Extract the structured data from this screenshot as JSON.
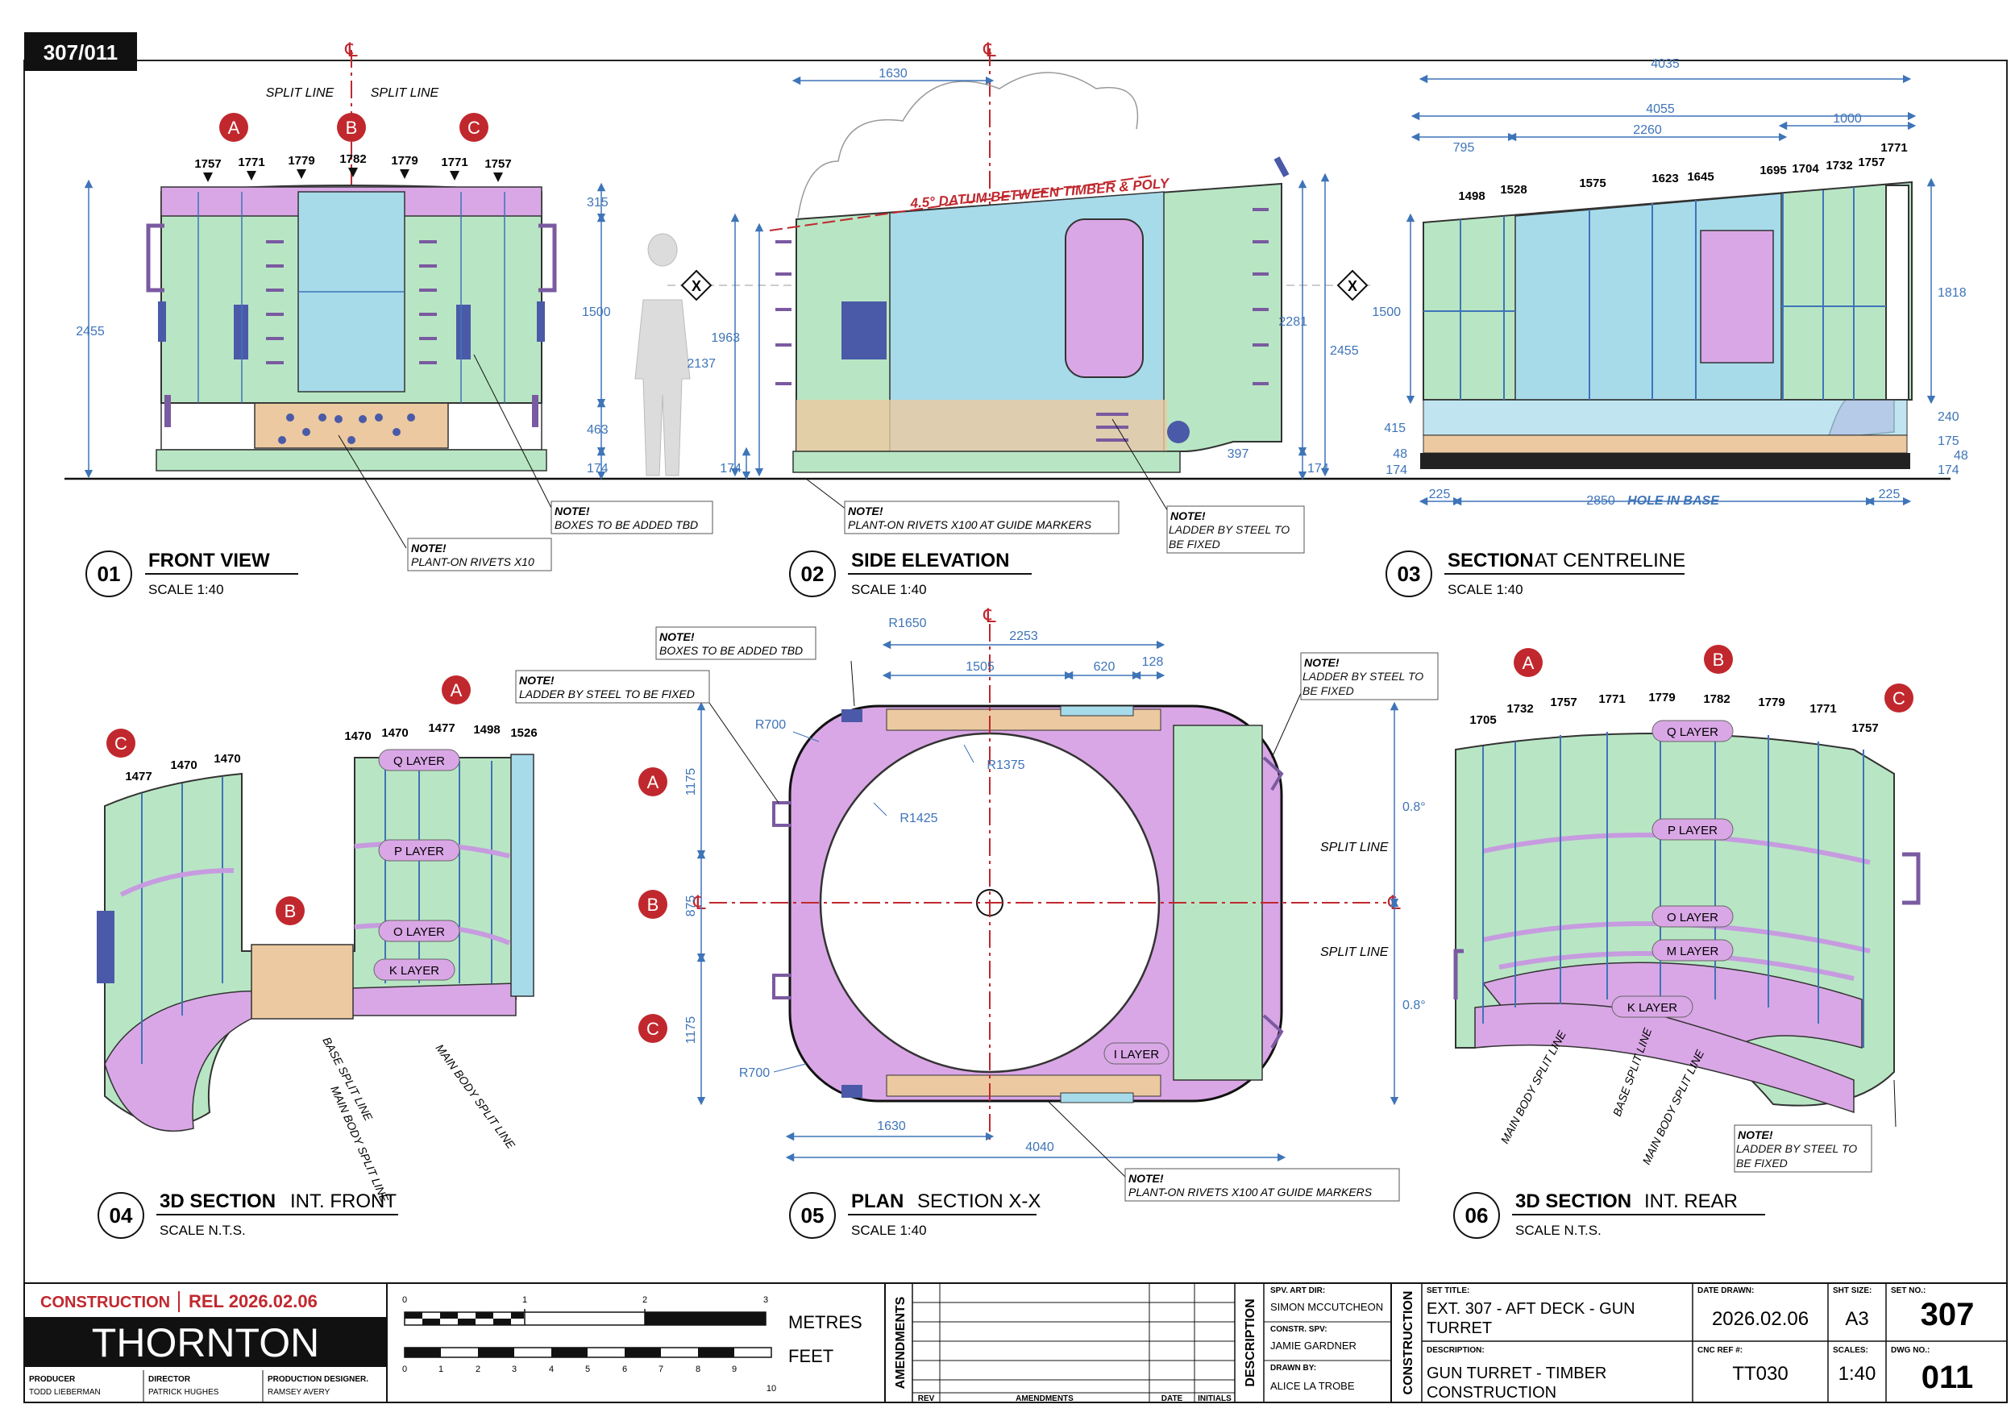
{
  "sheet": {
    "badge": "307/011",
    "centerline_symbol": "℄"
  },
  "colors": {
    "green": "#b8e6c4",
    "blue": "#a7dbea",
    "purple": "#d9a7e6",
    "tan": "#ecc9a0",
    "stud": "#6f8fc6",
    "navy": "#4a5aa8",
    "red": "#c0282e",
    "dim": "#3e74b8",
    "rail": "#7a5aa0"
  },
  "view01": {
    "num": "01",
    "title": "FRONT VIEW",
    "scale": "SCALE 1:40",
    "split_line_label": "SPLIT LINE",
    "markers": [
      "A",
      "B",
      "C"
    ],
    "top_dims": [
      "1757",
      "1771",
      "1779",
      "1782",
      "1779",
      "1771",
      "1757"
    ],
    "dim_total": "2455",
    "dims_right": [
      "315",
      "1500",
      "463",
      "174"
    ],
    "notes": [
      {
        "title": "NOTE!",
        "text": "BOXES TO BE ADDED TBD"
      },
      {
        "title": "NOTE!",
        "text": "PLANT-ON RIVETS X10"
      }
    ]
  },
  "view02": {
    "num": "02",
    "title": "SIDE ELEVATION",
    "scale": "SCALE 1:40",
    "datum_text": "4.5° DATUM BETWEEN TIMBER & POLY",
    "section_marker": "X",
    "dim_top": "1630",
    "dims_left": [
      "1963",
      "2137",
      "174"
    ],
    "dims_right": [
      "2281",
      "2455",
      "397",
      "174"
    ],
    "notes": [
      {
        "title": "NOTE!",
        "text": "PLANT-ON RIVETS X100 AT GUIDE MARKERS"
      },
      {
        "title": "NOTE!",
        "text": "LADDER BY STEEL TO BE FIXED"
      }
    ]
  },
  "view03": {
    "num": "03",
    "title": "SECTION",
    "title_suffix": "AT CENTRELINE",
    "scale": "SCALE 1:40",
    "dims_top": [
      "4035",
      "4055",
      "2260",
      "1000",
      "795"
    ],
    "top_dims": [
      "1498",
      "1528",
      "1575",
      "1623",
      "1645",
      "1695",
      "1704",
      "1732",
      "1757",
      "1771"
    ],
    "dims_left": [
      "1500",
      "415",
      "48",
      "174"
    ],
    "dims_right": [
      "1818",
      "240",
      "175",
      "48",
      "174"
    ],
    "dims_bottom": [
      "225",
      "2850",
      "HOLE IN BASE",
      "225"
    ]
  },
  "view04": {
    "num": "04",
    "title": "3D SECTION",
    "title_suffix": "INT. FRONT",
    "scale": "SCALE N.T.S.",
    "markers": [
      "C",
      "A",
      "B"
    ],
    "dims_left": [
      "1477",
      "1470",
      "1470"
    ],
    "dims_right": [
      "1470",
      "1470",
      "1477",
      "1498",
      "1526"
    ],
    "layers": [
      "Q LAYER",
      "P LAYER",
      "O LAYER",
      "K LAYER"
    ],
    "split_labels": [
      "BASE SPLIT LINE",
      "MAIN BODY SPLIT LINE",
      "MAIN BODY SPLIT LINE"
    ]
  },
  "view05": {
    "num": "05",
    "title": "PLAN",
    "title_suffix": "SECTION X-X",
    "scale": "SCALE 1:40",
    "markers": [
      "A",
      "B",
      "C"
    ],
    "dims": [
      "R1650",
      "2253",
      "1505",
      "620",
      "128",
      "R700",
      "R1375",
      "R1425",
      "R700",
      "1630",
      "4040"
    ],
    "dims_left": [
      "1175",
      "875",
      "1175"
    ],
    "angles": [
      "0.8°",
      "0.8°"
    ],
    "split_line_label": "SPLIT LINE",
    "layer": "I LAYER",
    "notes": [
      {
        "title": "NOTE!",
        "text": "BOXES TO BE ADDED TBD"
      },
      {
        "title": "NOTE!",
        "text": "LADDER BY STEEL TO BE FIXED"
      },
      {
        "title": "NOTE!",
        "text": "LADDER BY STEEL TO BE FIXED"
      },
      {
        "title": "NOTE!",
        "text": "PLANT-ON RIVETS X100 AT GUIDE MARKERS"
      }
    ]
  },
  "view06": {
    "num": "06",
    "title": "3D SECTION",
    "title_suffix": "INT. REAR",
    "scale": "SCALE N.T.S.",
    "markers": [
      "A",
      "B",
      "C"
    ],
    "top_dims": [
      "1705",
      "1732",
      "1757",
      "1771",
      "1779",
      "1782",
      "1779",
      "1771",
      "1757"
    ],
    "layers": [
      "Q LAYER",
      "P LAYER",
      "O LAYER",
      "M LAYER",
      "K LAYER"
    ],
    "split_labels": [
      "MAIN BODY SPLIT LINE",
      "BASE SPLIT LINE",
      "MAIN BODY SPLIT LINE"
    ],
    "note": {
      "title": "NOTE!",
      "text": "LADDER BY STEEL TO BE FIXED"
    }
  },
  "titleblock": {
    "status": "CONSTRUCTION",
    "release": "REL  2026.02.06",
    "company": "THORNTON",
    "credits": [
      {
        "label": "PRODUCER",
        "name": "TODD LIEBERMAN"
      },
      {
        "label": "DIRECTOR",
        "name": "PATRICK HUGHES"
      },
      {
        "label": "PRODUCTION DESIGNER.",
        "name": "RAMSEY AVERY"
      }
    ],
    "metres_label": "METRES",
    "feet_label": "FEET",
    "metre_ticks": [
      "0",
      "1",
      "2",
      "3"
    ],
    "feet_ticks": [
      "0",
      "1",
      "2",
      "3",
      "4",
      "5",
      "6",
      "7",
      "8",
      "9",
      "10"
    ],
    "amendments_label": "AMENDMENTS",
    "amend_cols": [
      "REV",
      "AMENDMENTS",
      "DATE",
      "INITIALS"
    ],
    "description_label": "DESCRIPTION",
    "construction_label": "CONSTRUCTION",
    "spv_art_dir_label": "SPV. ART DIR:",
    "spv_art_dir": "SIMON MCCUTCHEON",
    "constr_spv_label": "CONSTR. SPV:",
    "constr_spv": "JAMIE GARDNER",
    "drawn_by_label": "DRAWN BY:",
    "drawn_by": "ALICE LA TROBE",
    "set_title_label": "SET TITLE:",
    "set_title_1": "EXT. 307 - AFT DECK - GUN",
    "set_title_2": "TURRET",
    "description_field_label": "DESCRIPTION:",
    "description_1": "GUN TURRET - TIMBER",
    "description_2": "CONSTRUCTION",
    "date_drawn_label": "DATE DRAWN:",
    "date_drawn": "2026.02.06",
    "cnc_ref_label": "CNC REF #:",
    "cnc_ref": "TT030",
    "sht_size_label": "SHT SIZE:",
    "sht_size": "A3",
    "scales_label": "SCALES:",
    "scales": "1:40",
    "set_no_label": "SET NO.:",
    "set_no": "307",
    "dwg_no_label": "DWG NO.:",
    "dwg_no": "011"
  }
}
